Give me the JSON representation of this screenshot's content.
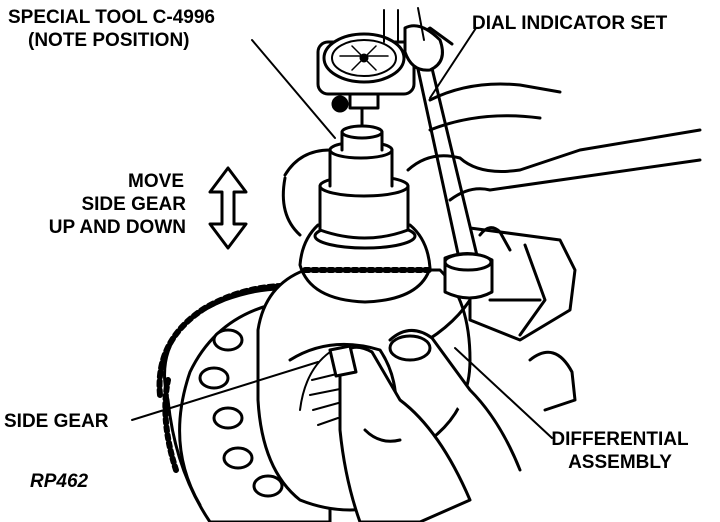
{
  "labels": {
    "special_tool": {
      "line1": "SPECIAL TOOL C-4996",
      "line2": "(NOTE POSITION)"
    },
    "dial_indicator": "DIAL INDICATOR SET",
    "move_side_gear": {
      "line1": "MOVE",
      "line2": "SIDE GEAR",
      "line3": "UP AND DOWN"
    },
    "side_gear": "SIDE GEAR",
    "differential": {
      "line1": "DIFFERENTIAL",
      "line2": "ASSEMBLY"
    },
    "figure_code": "RP462"
  },
  "icons": {
    "motion": "double-arrow-vertical-icon"
  },
  "colors": {
    "ink": "#000000",
    "paper": "#ffffff"
  }
}
